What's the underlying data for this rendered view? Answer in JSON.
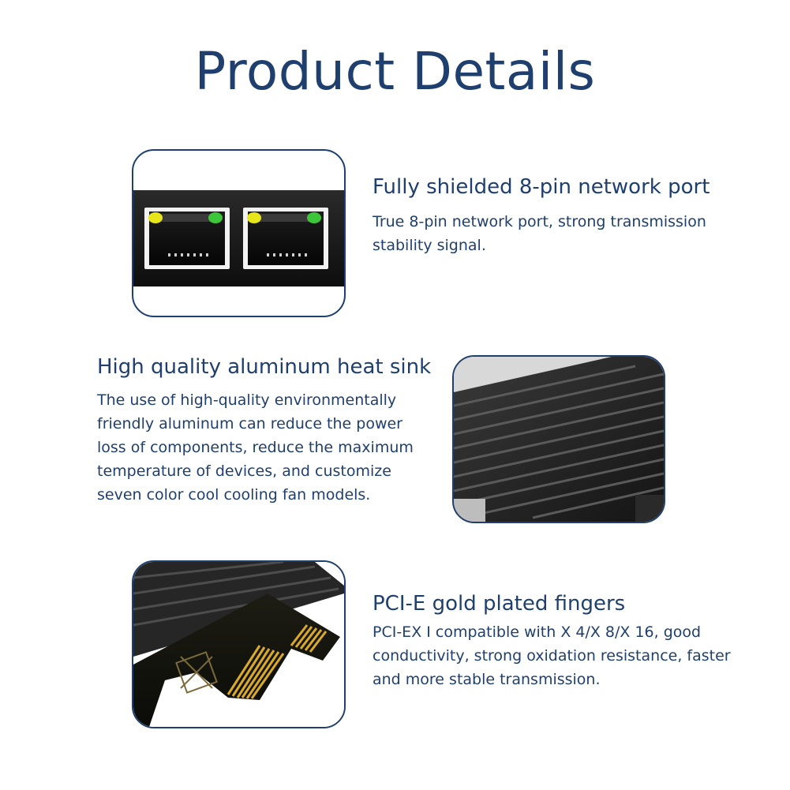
{
  "page": {
    "title": "Product Details"
  },
  "features": [
    {
      "heading": "Fully shielded 8-pin network port",
      "description": "True 8-pin network port, strong transmission stability signal.",
      "image": "rj45-ports-photo"
    },
    {
      "heading": "High quality aluminum heat sink",
      "description": "The use of high-quality environmentally friendly aluminum can reduce the power loss of components, reduce the maximum temperature of devices, and customize seven color cool cooling fan models.",
      "image": "heat-sink-photo"
    },
    {
      "heading": "PCI-E gold plated fingers",
      "description": "PCI-EX I compatible with X 4/X 8/X 16, good conductivity, strong oxidation resistance, faster and more stable transmission.",
      "image": "gold-fingers-photo"
    }
  ],
  "colors": {
    "text": "#1f3f6e",
    "frame_border": "#1f3f6e",
    "led_yellow": "#e6e61a",
    "led_green": "#3ec63a",
    "gold": "#d9a92a"
  }
}
